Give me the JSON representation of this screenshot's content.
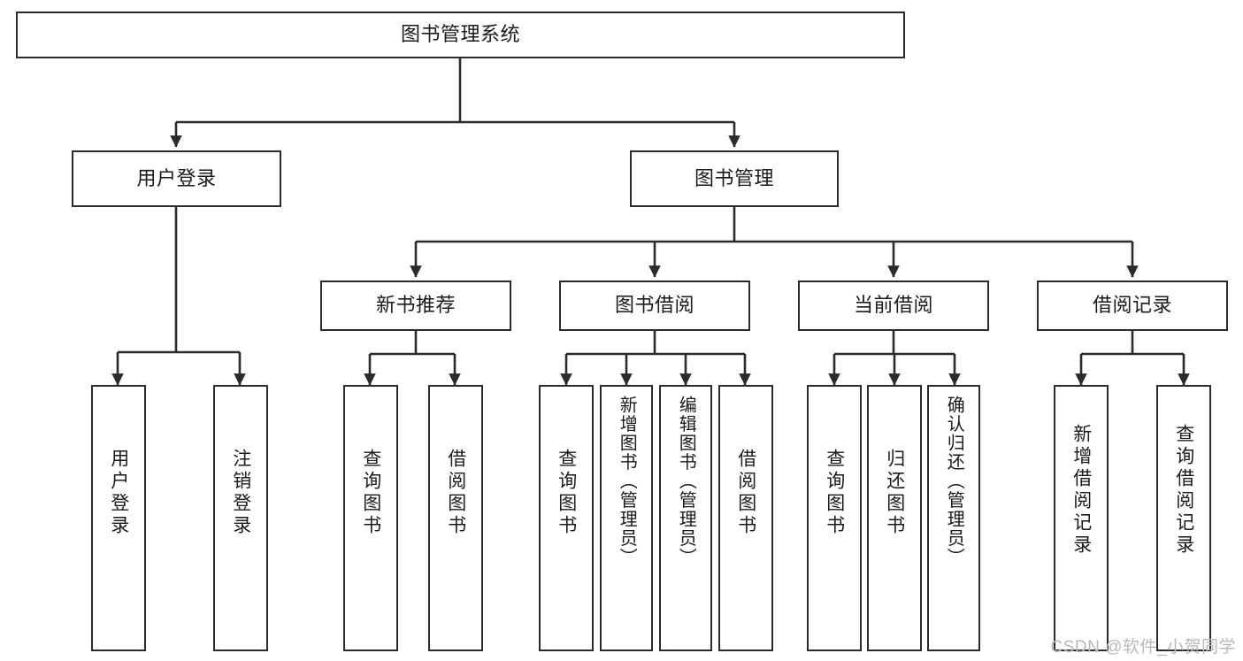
{
  "diagram": {
    "title": "图书管理系统",
    "type": "tree-hierarchy-chart",
    "watermark": "CSDN @软件_小贺同学",
    "colors": {
      "box_border": "#2b2b2b",
      "box_fill": "#ffffff",
      "edge": "#2b2b2b",
      "text": "#1a1a1a",
      "watermark": "#b9b9b9",
      "background": "#ffffff"
    },
    "nodes": {
      "root": {
        "label": "图书管理系统"
      },
      "level2": [
        {
          "id": "user-login",
          "label": "用户登录"
        },
        {
          "id": "book-management",
          "label": "图书管理"
        }
      ],
      "level3": [
        {
          "id": "new-book-recommend",
          "label": "新书推荐"
        },
        {
          "id": "book-borrow",
          "label": "图书借阅"
        },
        {
          "id": "current-borrow",
          "label": "当前借阅"
        },
        {
          "id": "borrow-record",
          "label": "借阅记录"
        }
      ],
      "leaves": [
        {
          "id": "leaf-user-login",
          "label": "用户登录",
          "parent": "user-login"
        },
        {
          "id": "leaf-logout",
          "label": "注销登录",
          "parent": "user-login"
        },
        {
          "id": "leaf-query-book-1",
          "label": "查询图书",
          "parent": "new-book-recommend"
        },
        {
          "id": "leaf-borrow-book-1",
          "label": "借阅图书",
          "parent": "new-book-recommend"
        },
        {
          "id": "leaf-query-book-2",
          "label": "查询图书",
          "parent": "book-borrow"
        },
        {
          "id": "leaf-add-book",
          "label": "新增图书（管理员）",
          "parent": "book-borrow"
        },
        {
          "id": "leaf-edit-book",
          "label": "编辑图书（管理员）",
          "parent": "book-borrow"
        },
        {
          "id": "leaf-borrow-book-2",
          "label": "借阅图书",
          "parent": "book-borrow"
        },
        {
          "id": "leaf-query-book-3",
          "label": "查询图书",
          "parent": "current-borrow"
        },
        {
          "id": "leaf-return-book",
          "label": "归还图书",
          "parent": "current-borrow"
        },
        {
          "id": "leaf-confirm-return",
          "label": "确认归还（管理员）",
          "parent": "current-borrow"
        },
        {
          "id": "leaf-add-record",
          "label": "新增借阅记录",
          "parent": "borrow-record"
        },
        {
          "id": "leaf-query-record",
          "label": "查询借阅记录",
          "parent": "borrow-record"
        }
      ]
    }
  }
}
